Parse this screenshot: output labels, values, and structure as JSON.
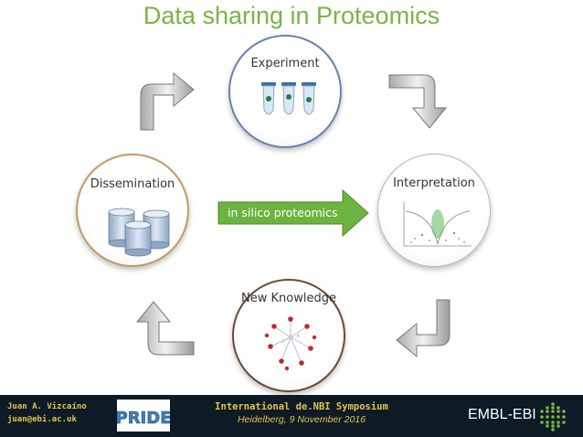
{
  "title": "Data sharing in Proteomics",
  "nodes": {
    "experiment": "Experiment",
    "interpretation": "Interpretation",
    "dissemination": "Dissemination",
    "knowledge": "New Knowledge"
  },
  "center_arrow_label": "in silico proteomics",
  "footer": {
    "author": "Juan A. Vizcaíno",
    "email": "juan@ebi.ac.uk",
    "logo_text": "PRIDE",
    "event": "International de.NBI Symposium",
    "date": "Heidelberg, 9 November 2016",
    "org": "EMBL-EBI"
  },
  "colors": {
    "title": "#77b545",
    "center_arrow": "#6db33f",
    "footer_bg": "#0e1a25",
    "footer_text": "#e3c44a"
  }
}
